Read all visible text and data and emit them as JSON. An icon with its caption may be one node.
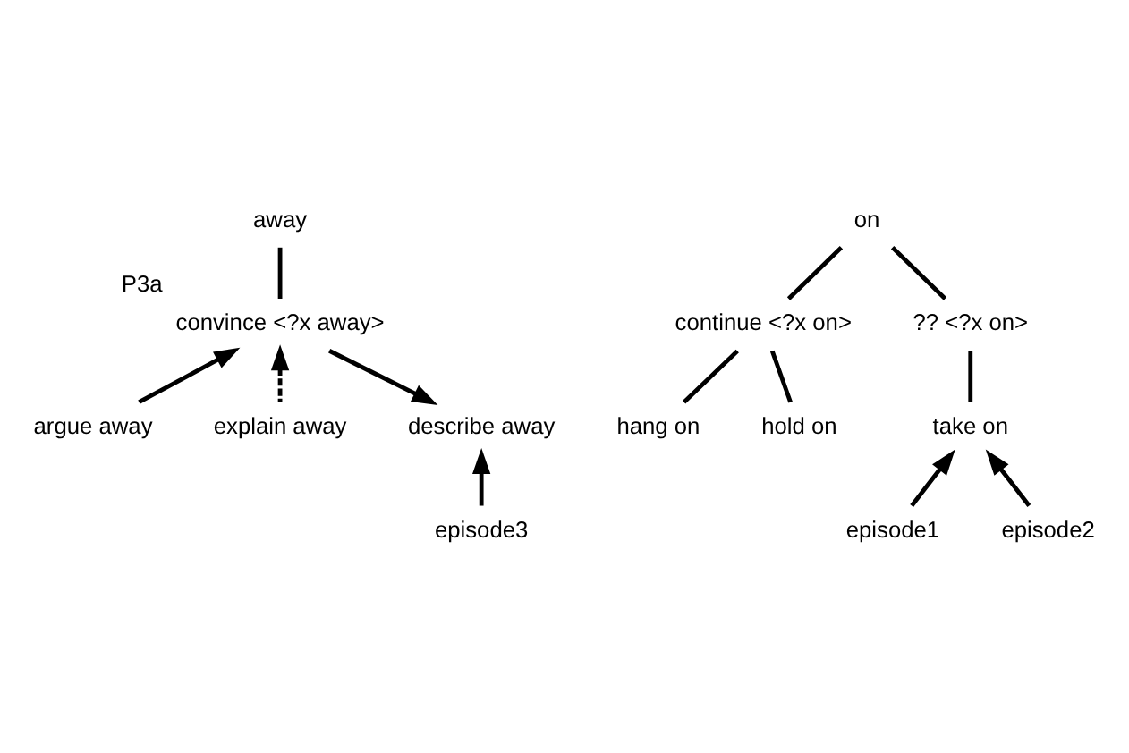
{
  "diagram": {
    "nodes": [
      {
        "text": [
          "away"
        ]
      },
      {
        "text": [
          "convince <?x away>"
        ],
        "beside": [
          "P3a"
        ]
      },
      {
        "text": [
          "argue away"
        ]
      },
      {
        "text": [
          "explain away"
        ]
      },
      {
        "text": [
          "describe away"
        ]
      },
      {
        "text": [
          "episode3"
        ]
      },
      {
        "text": [
          "on"
        ]
      },
      {
        "text": [
          "continue <?x on>"
        ]
      },
      {
        "text": [
          "?? <?x on>"
        ]
      },
      {
        "text": [
          "hang on"
        ]
      },
      {
        "text": [
          "hold on"
        ]
      },
      {
        "text": [
          "take on"
        ]
      },
      {
        "text": [
          "episode1"
        ]
      },
      {
        "text": [
          "episode2"
        ]
      }
    ],
    "edges": [
      {
        "from": 0,
        "to": 1,
        "arrow": "none"
      },
      {
        "from": 2,
        "to": 1,
        "arrow": "to"
      },
      {
        "from": 3,
        "to": 1,
        "arrow": "to",
        "style": "dashed"
      },
      {
        "from": 1,
        "to": 4,
        "arrow": "to"
      },
      {
        "from": 5,
        "to": 4,
        "arrow": "to"
      },
      {
        "from": 6,
        "to": 7,
        "arrow": "none"
      },
      {
        "from": 6,
        "to": 8,
        "arrow": "none"
      },
      {
        "from": 7,
        "to": 9,
        "arrow": "none"
      },
      {
        "from": 7,
        "to": 10,
        "arrow": "none"
      },
      {
        "from": 8,
        "to": 11,
        "arrow": "none"
      },
      {
        "from": 12,
        "to": 11,
        "arrow": "to"
      },
      {
        "from": 13,
        "to": 11,
        "arrow": "to"
      }
    ]
  }
}
